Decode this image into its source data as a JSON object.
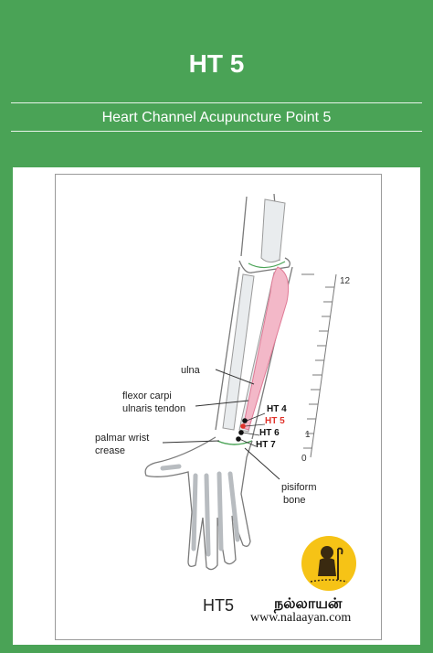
{
  "header": {
    "title": "HT 5",
    "subtitle": "Heart Channel Acupuncture Point 5"
  },
  "diagram": {
    "labels": {
      "ulna": "ulna",
      "flexor_1": "flexor carpi",
      "flexor_2": "ulnaris tendon",
      "palmar_1": "palmar wrist",
      "palmar_2": "crease",
      "pisiform_1": "pisiform",
      "pisiform_2": "bone",
      "caption": "HT5"
    },
    "points": [
      {
        "label": "HT 4",
        "color": "#111111"
      },
      {
        "label": "HT 5",
        "color": "#e0322a"
      },
      {
        "label": "HT 6",
        "color": "#111111"
      },
      {
        "label": "HT 7",
        "color": "#111111"
      }
    ],
    "scale": {
      "top": "12",
      "one": "1",
      "zero": "0"
    },
    "colors": {
      "muscle": "#f3b8c8",
      "bone": "#e9ecee",
      "outline": "#7a7a7a",
      "crease": "#4aa356"
    }
  },
  "brand": {
    "name_tamil": "நல்லாயன்",
    "url": "www.nalaayan.com"
  },
  "theme": {
    "background": "#4aa356",
    "highlight": "#e0322a"
  }
}
